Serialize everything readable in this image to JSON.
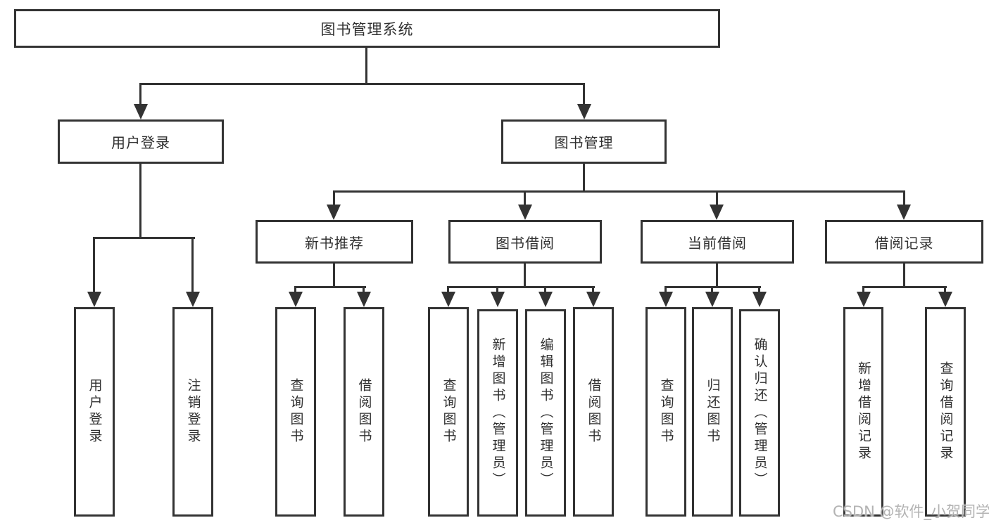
{
  "diagram": {
    "title": "图书管理系统",
    "watermark": "CSDN @软件_小贺同学",
    "colors": {
      "line": "#333333",
      "text": "#303030",
      "background": "#ffffff",
      "watermark": "#b3b3b3"
    },
    "nodes": {
      "root": {
        "label": "图书管理系统"
      },
      "user_login": {
        "label": "用户登录"
      },
      "book_mgmt": {
        "label": "图书管理"
      },
      "new_book": {
        "label": "新书推荐"
      },
      "book_borrow": {
        "label": "图书借阅"
      },
      "current_borrow": {
        "label": "当前借阅"
      },
      "borrow_record": {
        "label": "借阅记录"
      },
      "leaf_user_login": {
        "label": "用户登录"
      },
      "leaf_logout": {
        "label": "注销登录"
      },
      "nb_query": {
        "label": "查询图书"
      },
      "nb_borrow": {
        "label": "借阅图书"
      },
      "bb_query": {
        "label": "查询图书"
      },
      "bb_add": {
        "label": "新增图书（管理员）"
      },
      "bb_edit": {
        "label": "编辑图书（管理员）"
      },
      "bb_borrow": {
        "label": "借阅图书"
      },
      "cb_query": {
        "label": "查询图书"
      },
      "cb_return": {
        "label": "归还图书"
      },
      "cb_confirm": {
        "label": "确认归还（管理员）"
      },
      "br_add": {
        "label": "新增借阅记录"
      },
      "br_query": {
        "label": "查询借阅记录"
      }
    },
    "hierarchy": {
      "图书管理系统": [
        "用户登录",
        "图书管理"
      ],
      "用户登录": [
        "用户登录",
        "注销登录"
      ],
      "图书管理": [
        "新书推荐",
        "图书借阅",
        "当前借阅",
        "借阅记录"
      ],
      "新书推荐": [
        "查询图书",
        "借阅图书"
      ],
      "图书借阅": [
        "查询图书",
        "新增图书（管理员）",
        "编辑图书（管理员）",
        "借阅图书"
      ],
      "当前借阅": [
        "查询图书",
        "归还图书",
        "确认归还（管理员）"
      ],
      "借阅记录": [
        "新增借阅记录",
        "查询借阅记录"
      ]
    }
  }
}
